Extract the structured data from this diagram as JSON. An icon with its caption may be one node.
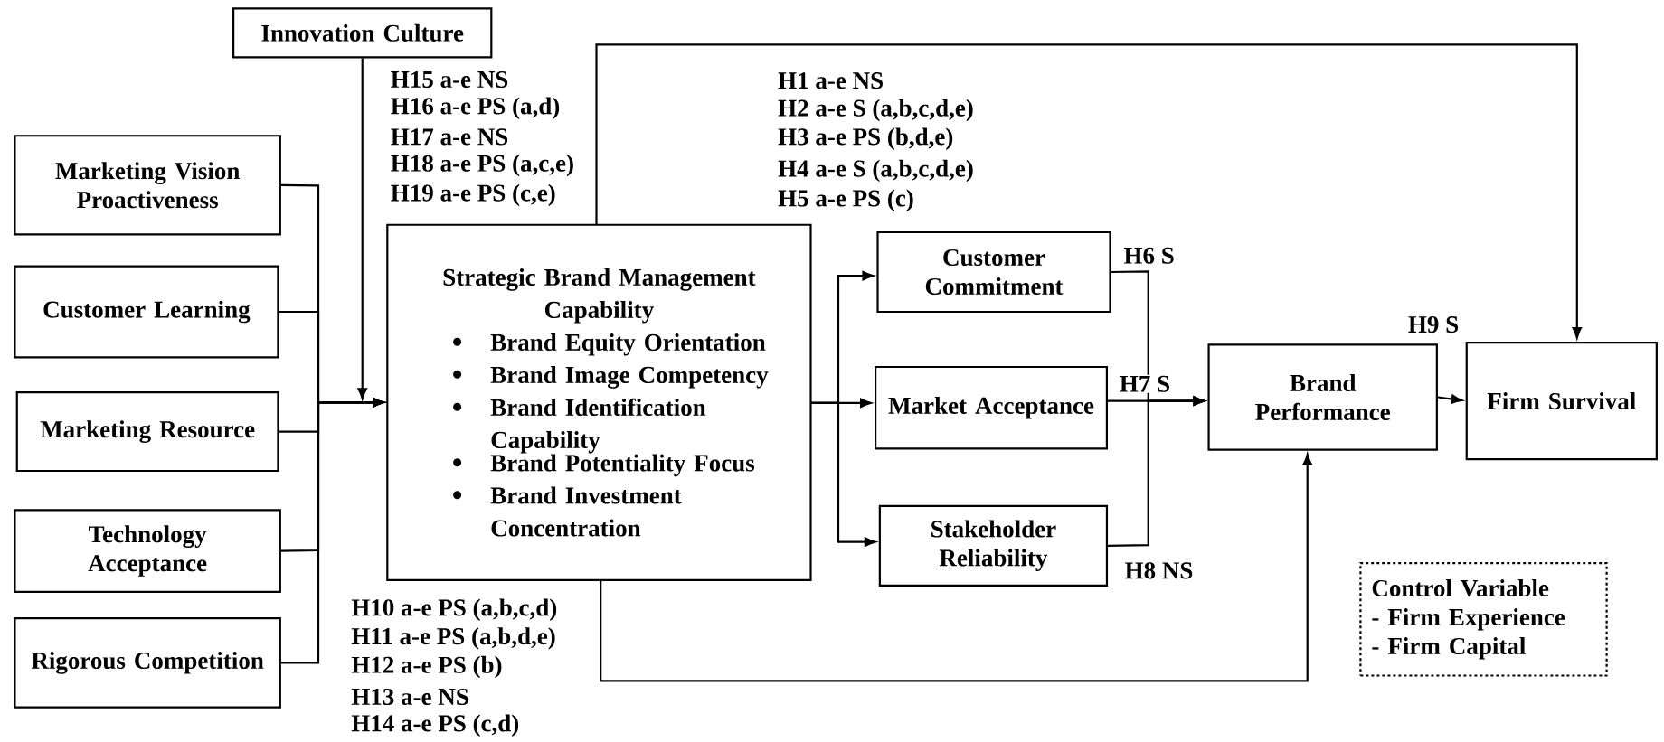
{
  "diagram": {
    "nodes": [
      {
        "text": [
          "Innovation Culture"
        ]
      },
      {
        "text": [
          "Marketing Vision Proactiveness"
        ]
      },
      {
        "text": [
          "Customer Learning"
        ]
      },
      {
        "text": [
          "Marketing Resource"
        ]
      },
      {
        "text": [
          "Technology Acceptance"
        ]
      },
      {
        "text": [
          "Rigorous Competition"
        ]
      },
      {
        "text": [
          "Strategic Brand Management Capability",
          "Brand Equity Orientation",
          "Brand Image Competency",
          "Brand Identification Capability",
          "Brand Potentiality Focus",
          "Brand Investment Concentration"
        ]
      },
      {
        "text": [
          "Customer Commitment"
        ]
      },
      {
        "text": [
          "Market Acceptance"
        ]
      },
      {
        "text": [
          "Stakeholder Reliability"
        ]
      },
      {
        "text": [
          "Brand Performance"
        ]
      },
      {
        "text": [
          "Firm Survival"
        ]
      },
      {
        "text": [
          "Control Variable",
          "- Firm Experience",
          "- Firm Capital"
        ]
      }
    ],
    "edges": [
      {
        "from": 0,
        "to": 6,
        "arrow": "to"
      },
      {
        "from": 1,
        "to": 6,
        "arrow": "to"
      },
      {
        "from": 2,
        "to": 6,
        "arrow": "to"
      },
      {
        "from": 3,
        "to": 6,
        "arrow": "to"
      },
      {
        "from": 4,
        "to": 6,
        "arrow": "to"
      },
      {
        "from": 5,
        "to": 6,
        "arrow": "to"
      },
      {
        "from": 6,
        "to": 7,
        "arrow": "to"
      },
      {
        "from": 6,
        "to": 8,
        "arrow": "to"
      },
      {
        "from": 6,
        "to": 9,
        "arrow": "to"
      },
      {
        "from": 7,
        "to": 10,
        "arrow": "to",
        "label": "H6 S"
      },
      {
        "from": 8,
        "to": 10,
        "arrow": "to",
        "label": "H7 S"
      },
      {
        "from": 9,
        "to": 10,
        "arrow": "to",
        "label": "H8 NS"
      },
      {
        "from": 10,
        "to": 11,
        "arrow": "to",
        "label": "H9 S"
      },
      {
        "from": 6,
        "to": 11,
        "arrow": "to"
      },
      {
        "from": 6,
        "to": 10,
        "arrow": "to"
      }
    ],
    "labels": [
      "H15 a-e NS",
      "H16 a-e PS (a,d)",
      "H17 a-e NS",
      "H18 a-e PS (a,c,e)",
      "H19 a-e PS (c,e)",
      "H1 a-e NS",
      "H2 a-e S (a,b,c,d,e)",
      "H3 a-e PS (b,d,e)",
      "H4 a-e S (a,b,c,d,e)",
      "H5 a-e PS (c)",
      "H10 a-e PS (a,b,c,d)",
      "H11 a-e PS (a,b,d,e)",
      "H12 a-e PS (b)",
      "H13 a-e NS",
      "H14 a-e PS (c,d)"
    ]
  }
}
